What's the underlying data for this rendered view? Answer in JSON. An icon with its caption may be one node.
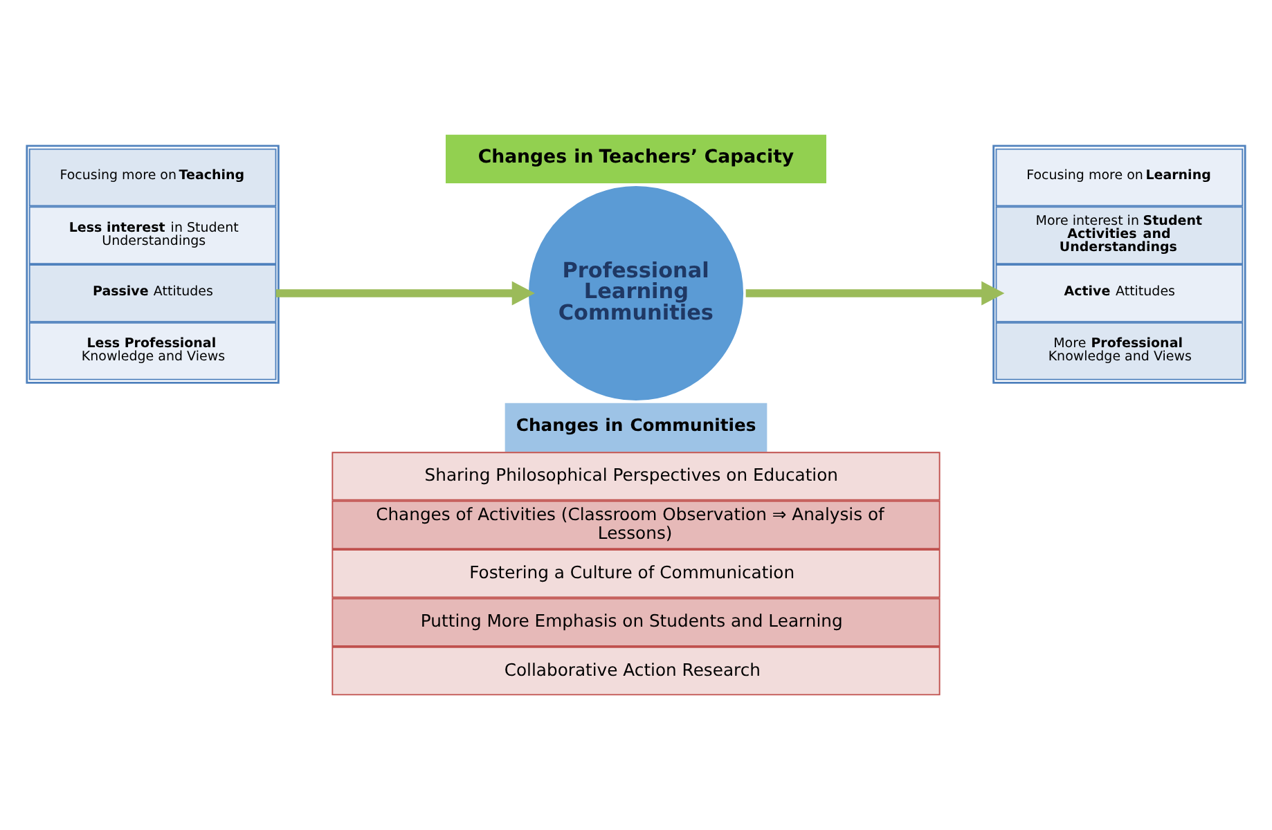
{
  "diagram": {
    "nodes": [
      {
        "text": [],
        "shape": "box"
      },
      {
        "text": [
          "Focusing more on **Teaching**"
        ],
        "in": 0
      },
      {
        "text": [
          "**Less interest** in Student Understandings"
        ],
        "in": 0
      },
      {
        "text": [
          "**Passive** Attitudes"
        ],
        "in": 0
      },
      {
        "text": [
          "**Less Professional** Knowledge and Views"
        ],
        "in": 0
      },
      {
        "text": [
          "Changes in Teachers’ Capacity"
        ]
      },
      {
        "text": [
          "Professional Learning Communities"
        ]
      },
      {
        "text": [],
        "shape": "box"
      },
      {
        "text": [
          "Focusing more on **Learning**"
        ],
        "in": 7
      },
      {
        "text": [
          "More interest in **Student Activities and Understandings**"
        ],
        "in": 7
      },
      {
        "text": [
          "**Active** Attitudes"
        ],
        "in": 7
      },
      {
        "text": [
          "More **Professional** Knowledge and Views"
        ],
        "in": 7
      },
      {
        "text": [
          "Changes in Communities"
        ]
      },
      {
        "text": [
          "Sharing Philosophical Perspectives on Education"
        ]
      },
      {
        "text": [
          "Changes of Activities (Classroom Observation ⇒ Analysis of Lessons)"
        ]
      },
      {
        "text": [
          "Fostering a Culture of Communication"
        ]
      },
      {
        "text": [
          "Putting More Emphasis on Students and Learning"
        ]
      },
      {
        "text": [
          "Collaborative Action Research"
        ]
      }
    ],
    "edges": [
      {
        "from": 0,
        "to": 6,
        "arrow": "to"
      },
      {
        "from": 6,
        "to": 7,
        "arrow": "to"
      }
    ]
  }
}
